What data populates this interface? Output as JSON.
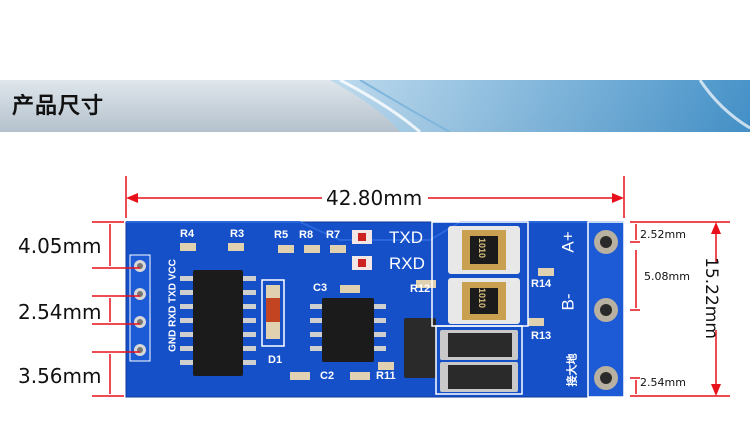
{
  "banner": {
    "title": "产品尺寸"
  },
  "dimensions": {
    "width": "42.80mm",
    "height": "15.22mm",
    "left_top": "4.05mm",
    "left_mid": "2.54mm",
    "left_bottom": "3.56mm",
    "right_top": "2.52mm",
    "right_mid": "5.08mm",
    "right_bottom": "2.54mm"
  },
  "silkscreen": {
    "pins": "GND RXD TXD VCC",
    "txd": "TXD",
    "rxd": "RXD",
    "a_plus": "A+",
    "b_minus": "B-",
    "ground_cn": "接大地",
    "r4": "R4",
    "r3": "R3",
    "r5": "R5",
    "r8": "R8",
    "r7": "R7",
    "r12": "R12",
    "r14": "R14",
    "r13": "R13",
    "r11": "R11",
    "c3": "C3",
    "c2": "C2",
    "d1": "D1",
    "led_code": "1010"
  },
  "colors": {
    "pcb": "#1650c8",
    "dimension_line": "#e8101a",
    "banner_accent": "#2e8bc8"
  }
}
